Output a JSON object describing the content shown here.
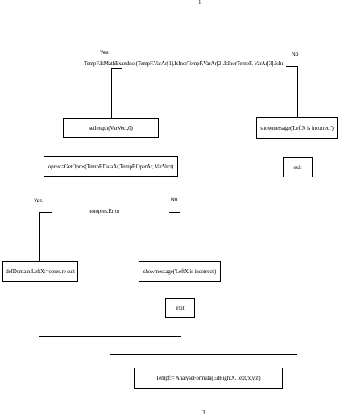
{
  "page": {
    "header_page_number": "1",
    "footer_page_number": "3"
  },
  "flow1": {
    "yes_label": "Yes",
    "no_label": "No",
    "condition": "TempF.IsMathExandnot(TempF.VarAr[1].IsInorTempF.VarAr[2].IsInorTempF. VarAr[3].IsIn",
    "yes_box": "setlength(VarVect,0)",
    "no_box": "showmessage('LeftX is incorrect')",
    "assign_box": "opres:=GetOpres(TempF,DataAr,TempF,OperAr, VarVect)",
    "exit_box": "exit"
  },
  "flow2": {
    "yes_label": "Yes",
    "no_label": "No",
    "condition": "notopres.Error",
    "yes_box": "defDomain.LeftX:=opres.re sult",
    "no_box": "showmessage('LeftX is incorrect')",
    "exit_box": "exit"
  },
  "flow3": {
    "assign_box": "Tempf:= AnalyseFormula(EdRightX.Text,'x,y,z')"
  }
}
